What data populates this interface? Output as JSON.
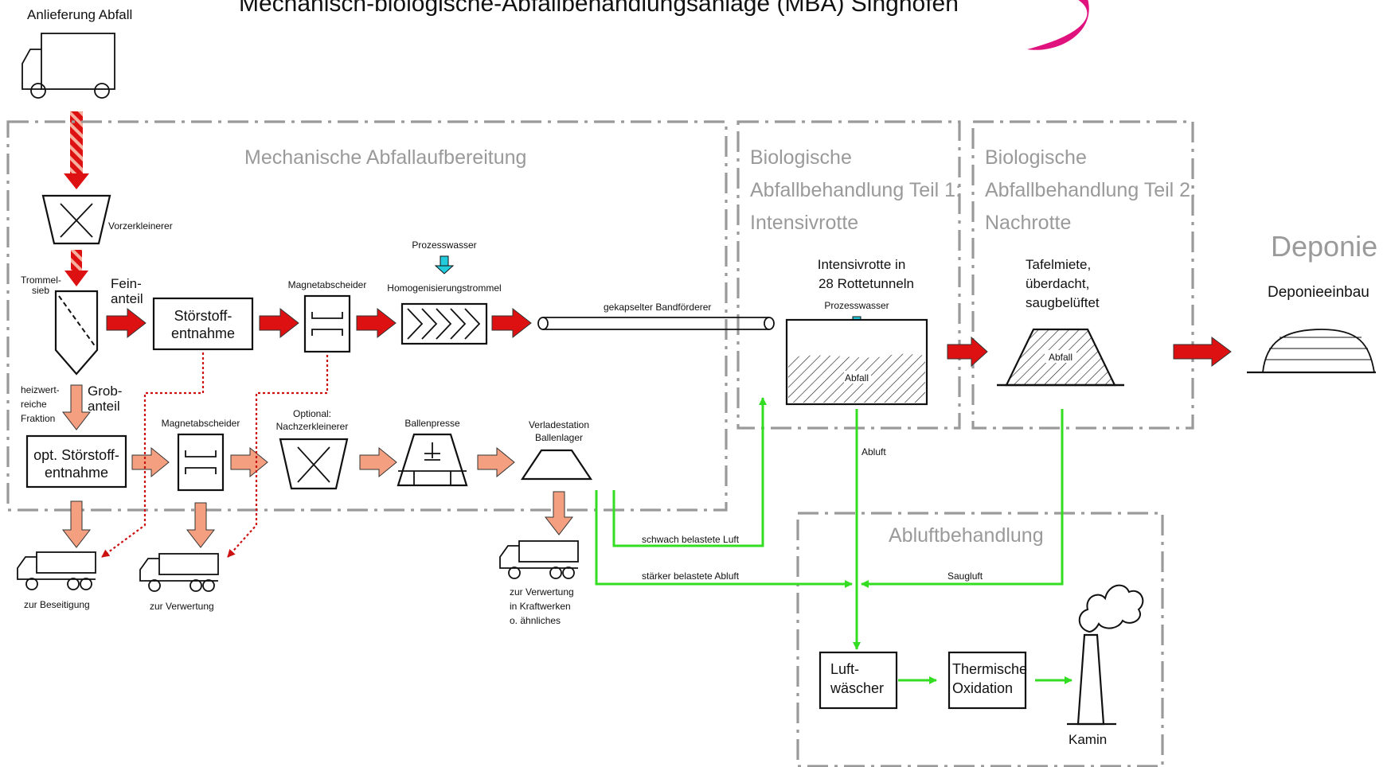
{
  "title": "Mechanisch-biologische-Abfallbehandlungsanlage (MBA) Singhofen",
  "colors": {
    "red": "#dd1111",
    "salmon": "#f4a080",
    "green": "#33dd22",
    "cyan": "#22ccdd",
    "magenta": "#e0127e",
    "gray": "#9a9a9a"
  },
  "top": {
    "truck_label": "Anlieferung Abfall"
  },
  "sections": {
    "mech": "Mechanische Abfallaufbereitung",
    "bio1": [
      "Biologische",
      "Abfallbehandlung Teil 1:",
      "Intensivrotte"
    ],
    "bio2": [
      "Biologische",
      "Abfallbehandlung Teil 2:",
      "Nachrotte"
    ],
    "deponie": "Deponie",
    "abluft": "Abluftbehandlung"
  },
  "mech": {
    "vorzerkleinerer": "Vorzerkleinerer",
    "trommelsieb": [
      "Trommel-",
      "sieb"
    ],
    "feinanteil": [
      "Fein-",
      "anteil"
    ],
    "stoerstoff": [
      "Störstoff-",
      "entnahme"
    ],
    "magnet1": "Magnetabscheider",
    "prozesswasser": "Prozesswasser",
    "homogenisierung": "Homogenisierungstrommel",
    "bandfoerderer": "gekapselter Bandförderer",
    "heizwert": [
      "heizwert-",
      "reiche",
      "Fraktion"
    ],
    "grobanteil": [
      "Grob-",
      "anteil"
    ],
    "opt_stoerstoff": [
      "opt. Störstoff-",
      "entnahme"
    ],
    "magnet2": "Magnetabscheider",
    "nachzerkleinerer": [
      "Optional:",
      "Nachzerkleinerer"
    ],
    "ballenpresse": "Ballenpresse",
    "verladestation": [
      "Verladestation",
      "Ballenlager"
    ],
    "beseitigung": "zur Beseitigung",
    "verwertung": "zur Verwertung",
    "kraftwerke": [
      "zur Verwertung",
      "in Kraftwerken",
      "o. ähnliches"
    ]
  },
  "bio1": {
    "label": [
      "Intensivrotte in",
      "28 Rottetunneln"
    ],
    "prozesswasser": "Prozesswasser",
    "abfall": "Abfall"
  },
  "bio2": {
    "label": [
      "Tafelmiete,",
      "überdacht,",
      "saugbelüftet"
    ],
    "abfall": "Abfall"
  },
  "deponie": {
    "label": "Deponieeinbau"
  },
  "air": {
    "schwach": "schwach belastete Luft",
    "staerker": "stärker belastete Abluft",
    "abluft": "Abluft",
    "saugluft": "Saugluft",
    "luftwaescher": [
      "Luft-",
      "wäscher"
    ],
    "thermisch": [
      "Thermische",
      "Oxidation"
    ],
    "kamin": "Kamin"
  }
}
